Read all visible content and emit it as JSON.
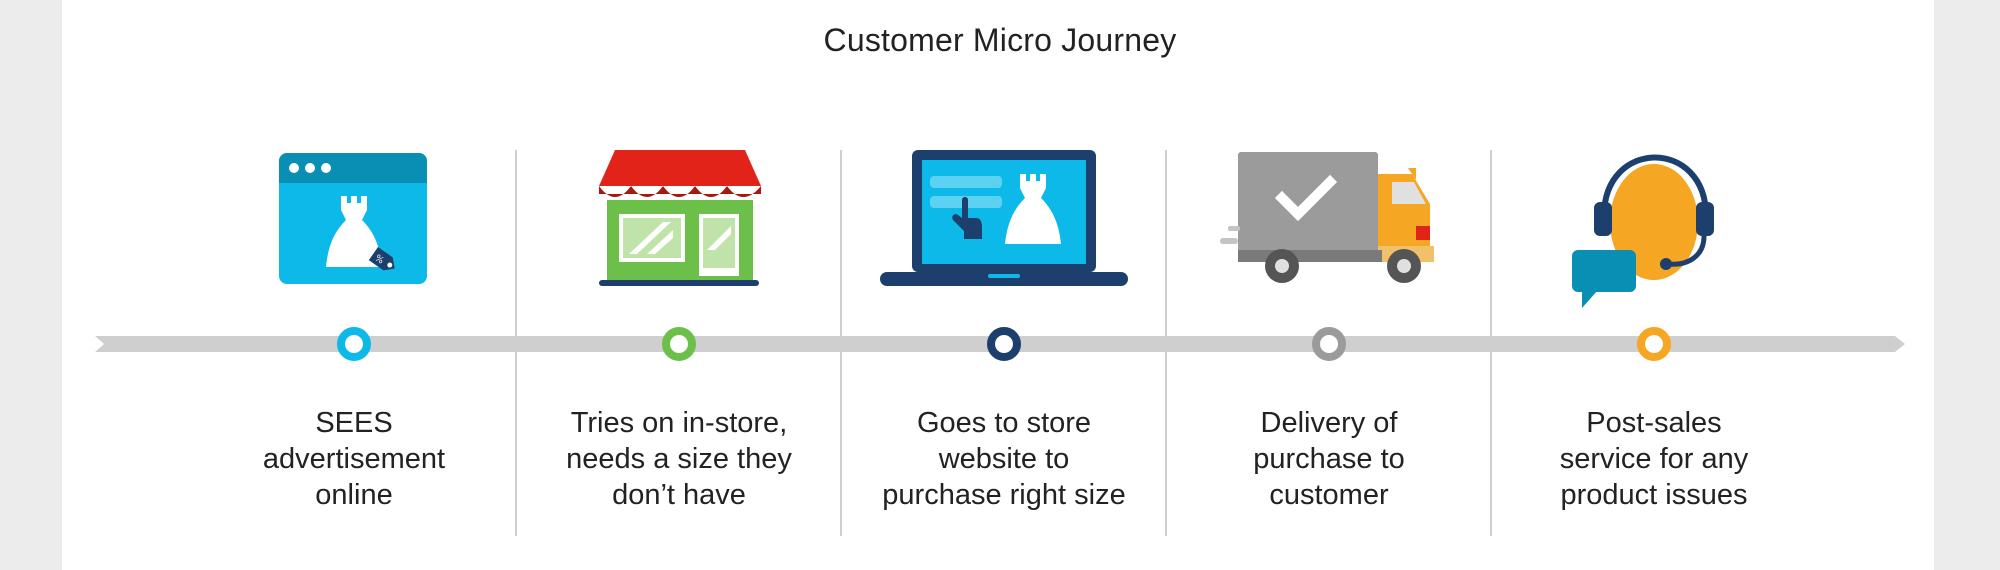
{
  "title": "Customer Micro Journey",
  "colors": {
    "timeline": "#cfcfcf",
    "stage1": "#0cb9e8",
    "stage2": "#6cc04a",
    "stage3": "#1c3f6e",
    "stage4": "#9b9b9b",
    "stage5": "#f5a623"
  },
  "stages": [
    {
      "icon": "browser-ad-dress-icon",
      "lines": [
        "SEES",
        "advertisement",
        "online"
      ]
    },
    {
      "icon": "storefront-icon",
      "lines": [
        "Tries on in-store,",
        "needs a size they",
        "don’t have"
      ]
    },
    {
      "icon": "laptop-shopping-icon",
      "lines": [
        "Goes to store",
        "website to",
        "purchase right size"
      ]
    },
    {
      "icon": "delivery-truck-icon",
      "lines": [
        "Delivery of",
        "purchase to",
        "customer"
      ]
    },
    {
      "icon": "support-headset-icon",
      "lines": [
        "Post-sales",
        "service for any",
        "product issues"
      ]
    }
  ]
}
